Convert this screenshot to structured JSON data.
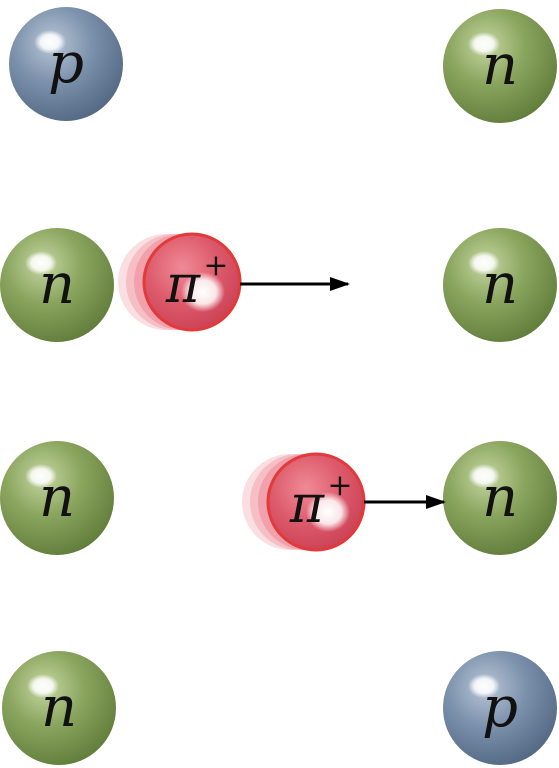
{
  "colors": {
    "proton": "#6f86a2",
    "neutron": "#86a25a",
    "pion": "#dd5a6c",
    "pion_outline": "#e23a3a",
    "arrow": "#000000"
  },
  "particles": {
    "left_top": {
      "label": "p",
      "kind": "proton"
    },
    "left_2": {
      "label": "n",
      "kind": "neutron"
    },
    "left_3": {
      "label": "n",
      "kind": "neutron"
    },
    "left_bottom": {
      "label": "n",
      "kind": "neutron"
    },
    "right_top": {
      "label": "n",
      "kind": "neutron"
    },
    "right_2": {
      "label": "n",
      "kind": "neutron"
    },
    "right_3": {
      "label": "n",
      "kind": "neutron"
    },
    "right_bottom": {
      "label": "p",
      "kind": "proton"
    }
  },
  "pions": {
    "upper": {
      "symbol": "π",
      "charge": "+"
    },
    "lower": {
      "symbol": "π",
      "charge": "+"
    }
  }
}
